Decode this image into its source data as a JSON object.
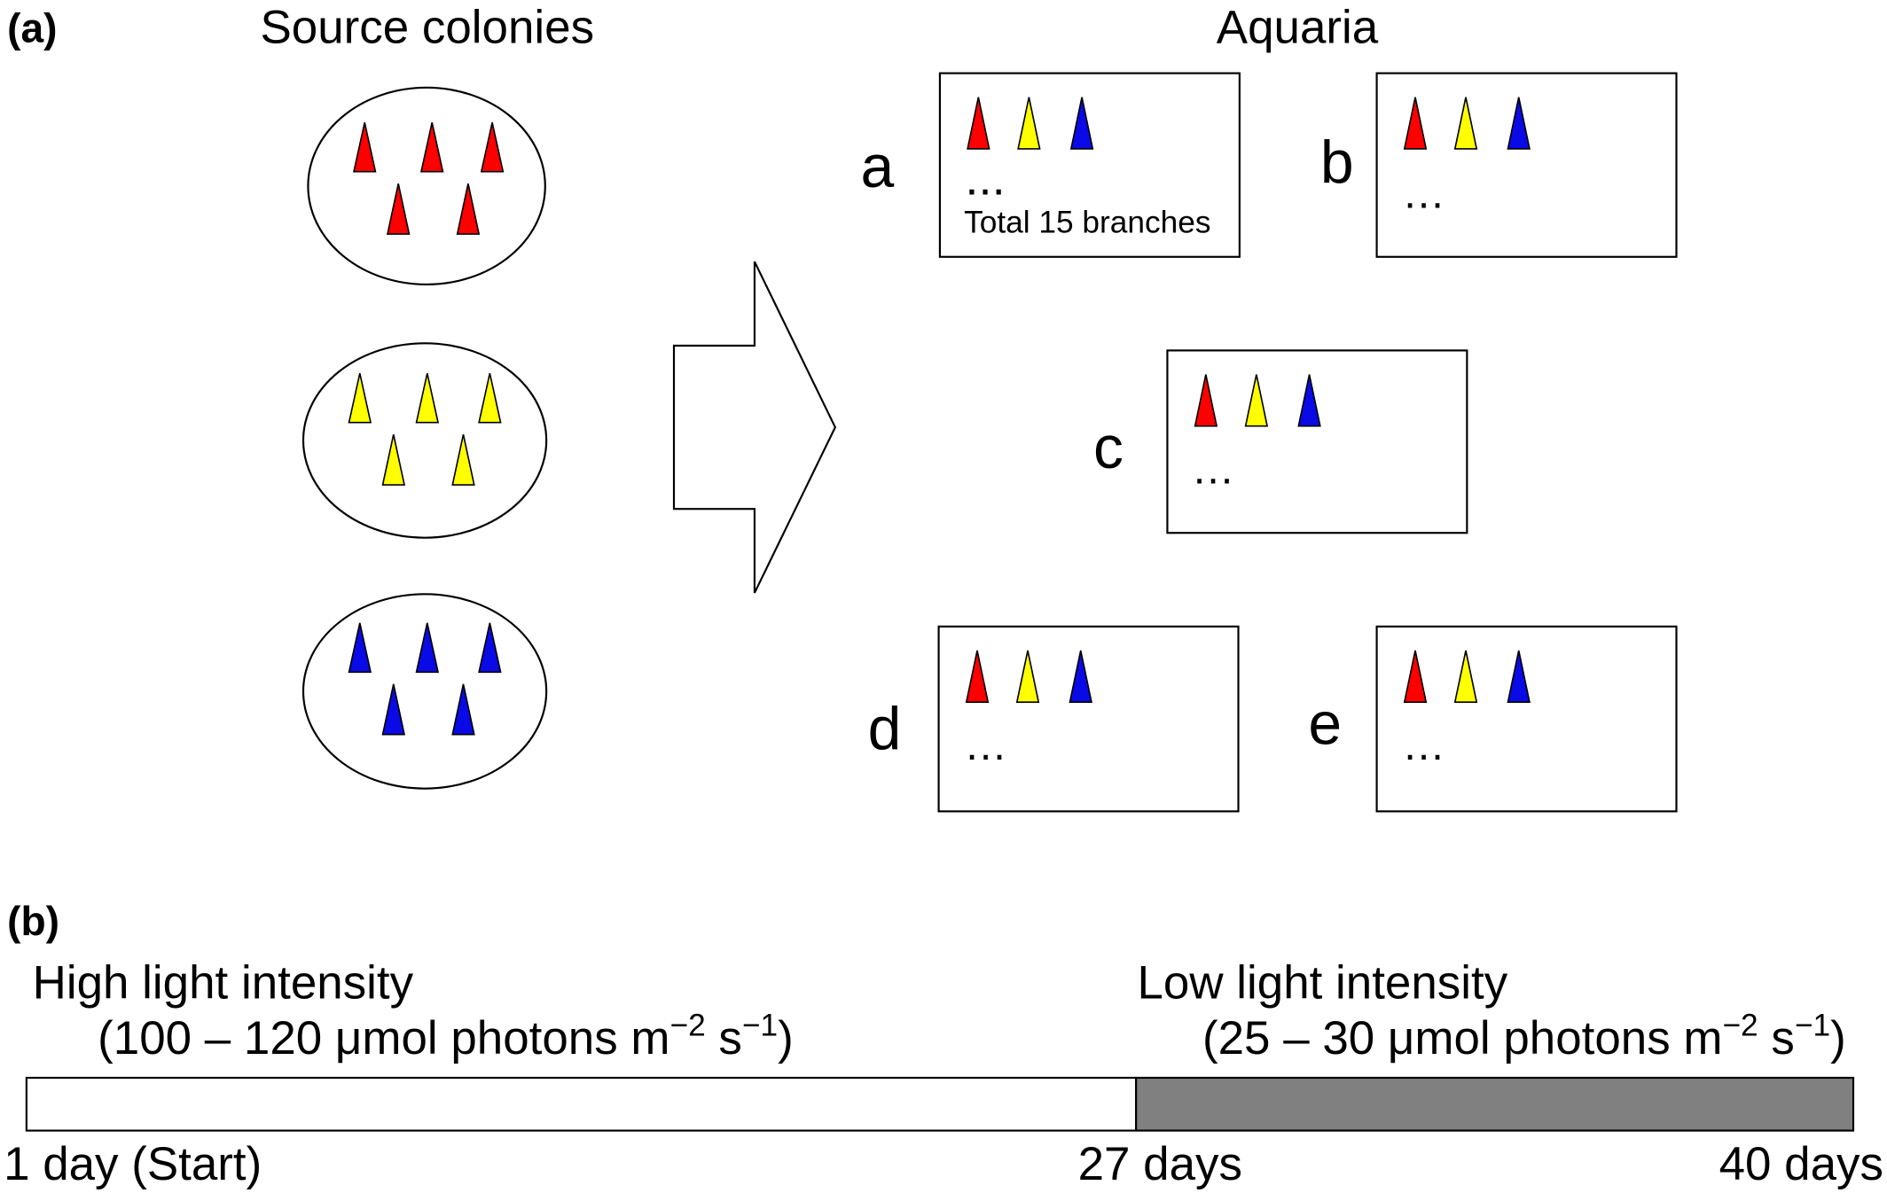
{
  "panel_a": {
    "label": "(a)",
    "source_title": "Source colonies",
    "aquaria_title": "Aquaria",
    "colony_colors": [
      "#ff0000",
      "#ffff00",
      "#0a0ae6"
    ],
    "tanks": [
      {
        "label": "a",
        "more": "...",
        "note": "Total 15 branches"
      },
      {
        "label": "b",
        "more": "…"
      },
      {
        "label": "c",
        "more": "…"
      },
      {
        "label": "d",
        "more": "…"
      },
      {
        "label": "e",
        "more": "…"
      }
    ]
  },
  "panel_b": {
    "label": "(b)",
    "high_light": {
      "title": "High light intensity",
      "value_prefix": "(100 – 120 μmol photons m",
      "exp_m": "−2",
      "unit_s": " s",
      "exp_s": "−1",
      "close": ")"
    },
    "low_light": {
      "title": "Low light intensity",
      "value_prefix": "(25 – 30 μmol photons m",
      "exp_m": "−2",
      "unit_s": " s",
      "exp_s": "−1",
      "close": ")"
    },
    "timeline": {
      "start_label": "1 day (Start)",
      "switch_label": "27 days",
      "end_label": "40 days",
      "high_color": "#ffffff",
      "low_color": "#808080"
    }
  }
}
